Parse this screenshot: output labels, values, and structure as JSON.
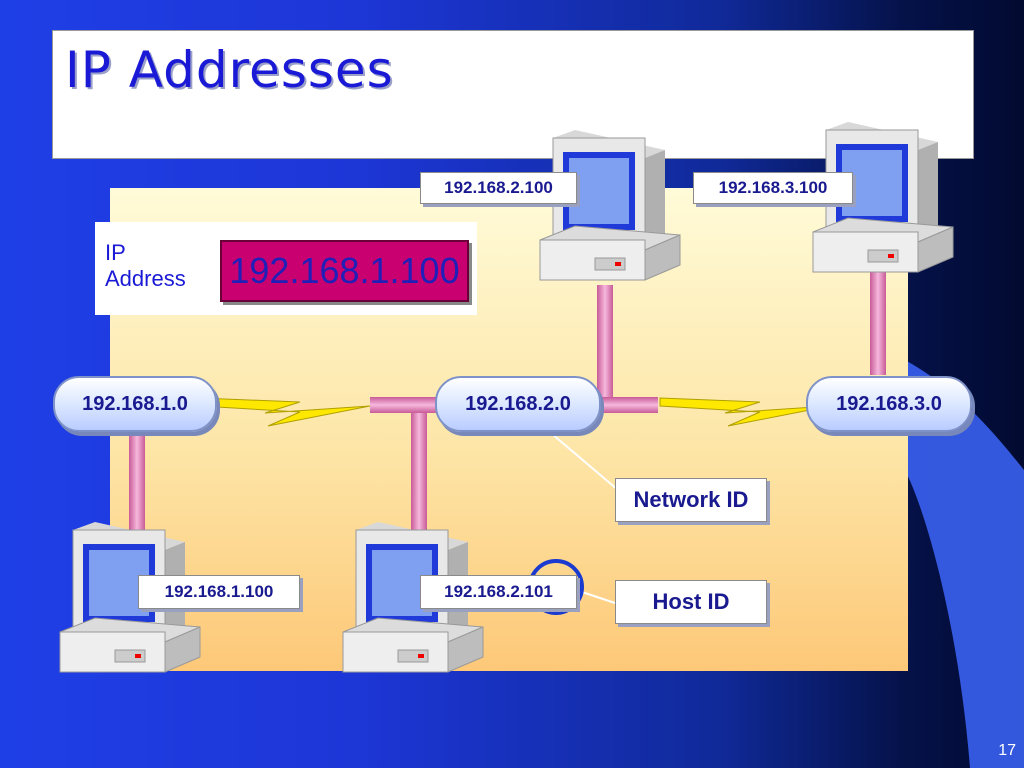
{
  "slide": {
    "title": "IP Addresses",
    "page_number": "17"
  },
  "ip_box": {
    "label_line1": "IP",
    "label_line2": "Address",
    "value": "192.168.1.100"
  },
  "routers": [
    {
      "label": "192.168.1.0"
    },
    {
      "label": "192.168.2.0"
    },
    {
      "label": "192.168.3.0"
    }
  ],
  "hosts": [
    {
      "label": "192.168.2.100"
    },
    {
      "label": "192.168.3.100"
    },
    {
      "label": "192.168.1.100"
    },
    {
      "label": "192.168.2.101"
    }
  ],
  "callouts": {
    "network_id": "Network ID",
    "host_id": "Host ID"
  },
  "colors": {
    "title_text": "#1a1ad6",
    "link_pink": "#e080b8",
    "lightning": "#ffe800",
    "ip_value_bg": "#c80070",
    "host_circle": "#1a3ad0"
  }
}
